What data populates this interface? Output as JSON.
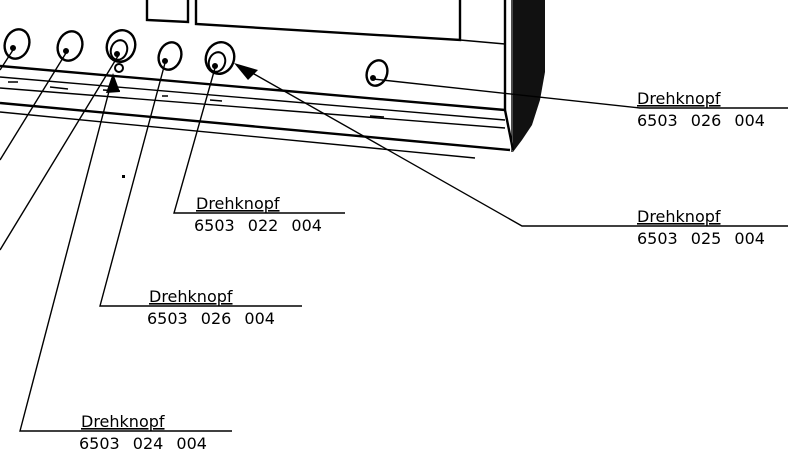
{
  "title": "",
  "callouts": [
    {
      "name": "Drehknopf",
      "part": "6503  026  004"
    },
    {
      "name": "Drehknopf",
      "part": "6503  025  004"
    },
    {
      "name": "Drehknopf",
      "part": "6503  022  004"
    },
    {
      "name": "Drehknopf",
      "part": "6503  026  004"
    },
    {
      "name": "Drehknopf",
      "part": "6503  024  004"
    }
  ],
  "colors": {
    "ink": "#000000",
    "paper": "#ffffff",
    "panel_shadow": "#111111"
  }
}
